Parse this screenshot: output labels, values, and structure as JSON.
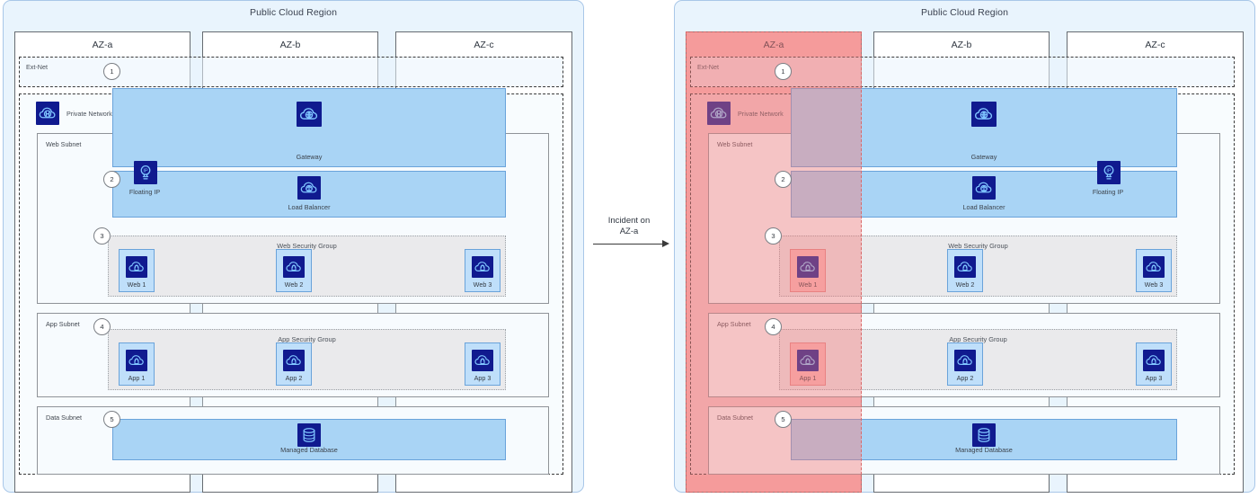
{
  "panels": [
    {
      "id": "before",
      "region_title": "Public Cloud Region",
      "azs": [
        {
          "label": "AZ-a",
          "state": "normal"
        },
        {
          "label": "AZ-b",
          "state": "normal"
        },
        {
          "label": "AZ-c",
          "state": "normal"
        }
      ],
      "ext_net_label": "Ext-Net",
      "private_network_label": "Private Network",
      "subnets": [
        {
          "label": "Web Subnet"
        },
        {
          "label": "App Subnet"
        },
        {
          "label": "Data Subnet"
        }
      ],
      "gateway_label": "Gateway",
      "floating_ip_label": "Floating IP",
      "floating_ip_az": "AZ-a",
      "load_balancer_label": "Load Balancer",
      "web_security_group_label": "Web Security Group",
      "app_security_group_label": "App Security Group",
      "database_label": "Managed Database",
      "web_nodes": [
        {
          "label": "Web 1",
          "state": "up"
        },
        {
          "label": "Web 2",
          "state": "up"
        },
        {
          "label": "Web 3",
          "state": "up"
        }
      ],
      "app_nodes": [
        {
          "label": "App 1",
          "state": "up"
        },
        {
          "label": "App 2",
          "state": "up"
        },
        {
          "label": "App 3",
          "state": "up"
        }
      ],
      "callouts": [
        "1",
        "2",
        "3",
        "4",
        "5"
      ]
    },
    {
      "id": "after",
      "region_title": "Public Cloud Region",
      "azs": [
        {
          "label": "AZ-a",
          "state": "incident"
        },
        {
          "label": "AZ-b",
          "state": "normal"
        },
        {
          "label": "AZ-c",
          "state": "normal"
        }
      ],
      "ext_net_label": "Ext-Net",
      "private_network_label": "Private Network",
      "subnets": [
        {
          "label": "Web Subnet"
        },
        {
          "label": "App Subnet"
        },
        {
          "label": "Data Subnet"
        }
      ],
      "gateway_label": "Gateway",
      "floating_ip_label": "Floating IP",
      "floating_ip_az": "AZ-c",
      "load_balancer_label": "Load Balancer",
      "web_security_group_label": "Web Security Group",
      "app_security_group_label": "App Security Group",
      "database_label": "Managed Database",
      "web_nodes": [
        {
          "label": "Web 1",
          "state": "down"
        },
        {
          "label": "Web 2",
          "state": "up"
        },
        {
          "label": "Web 3",
          "state": "up"
        }
      ],
      "app_nodes": [
        {
          "label": "App 1",
          "state": "down"
        },
        {
          "label": "App 2",
          "state": "up"
        },
        {
          "label": "App 3",
          "state": "up"
        }
      ],
      "callouts": [
        "1",
        "2",
        "3",
        "4",
        "5"
      ]
    }
  ],
  "transition": {
    "label": "Incident on\nAZ-a"
  },
  "icons": {
    "gateway": "cloud-gateway-icon",
    "private_network": "cloud-network-icon",
    "floating_ip": "floating-ip-icon",
    "load_balancer": "cloud-load-balancer-icon",
    "instance": "cloud-lock-instance-icon",
    "database": "database-icon"
  },
  "colors": {
    "region_fill": "#e9f4fd",
    "region_border": "#a9c7e8",
    "band_fill": "#a9d4f5",
    "band_border": "#6aa3da",
    "node_fill": "#bfdffa",
    "node_down_fill": "#f8bcbc",
    "incident_fill": "#f4787852",
    "incident_border": "#d96a6a",
    "icon_navy": "#101a8f",
    "secgroup_fill": "#eaeaec"
  }
}
